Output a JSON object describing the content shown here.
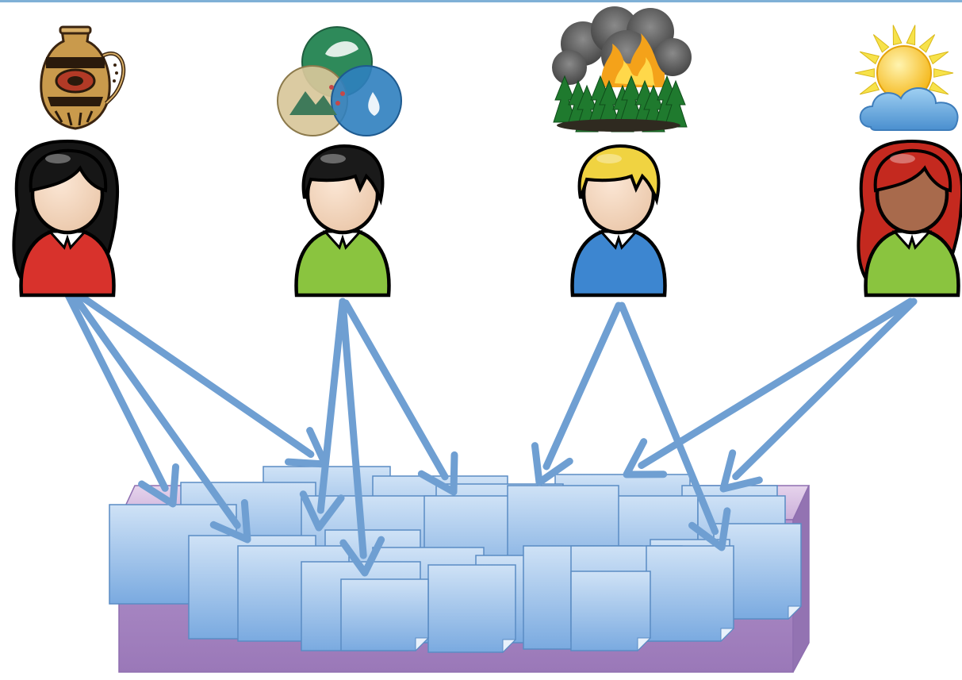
{
  "colors": {
    "top_rule": "#7fb0d6",
    "arrow": "#6f9fd2",
    "doc_fill_top": "#c9ddf3",
    "doc_fill_bottom": "#7eaee0",
    "doc_stroke": "#5a8cc4",
    "platform_top": "#d9c2e3",
    "platform_front": "#a987c4",
    "platform_side": "#9574b4"
  },
  "researchers": [
    {
      "id": "researcher-1",
      "topic_icon": "pottery-jug-icon",
      "hair": "#161616",
      "skin": "#f3d6bd",
      "shirt": "#d8322c",
      "hair_style": "long"
    },
    {
      "id": "researcher-2",
      "topic_icon": "ecosystem-venn-icon",
      "hair": "#1a1a1a",
      "skin": "#f3d6bd",
      "shirt": "#8ac43f",
      "hair_style": "short"
    },
    {
      "id": "researcher-3",
      "topic_icon": "forest-fire-icon",
      "hair": "#f0d341",
      "skin": "#f3d6bd",
      "shirt": "#3d86d0",
      "hair_style": "short"
    },
    {
      "id": "researcher-4",
      "topic_icon": "sun-cloud-weather-icon",
      "hair": "#c4291f",
      "skin": "#a86a4c",
      "shirt": "#8ac43f",
      "hair_style": "long"
    }
  ]
}
